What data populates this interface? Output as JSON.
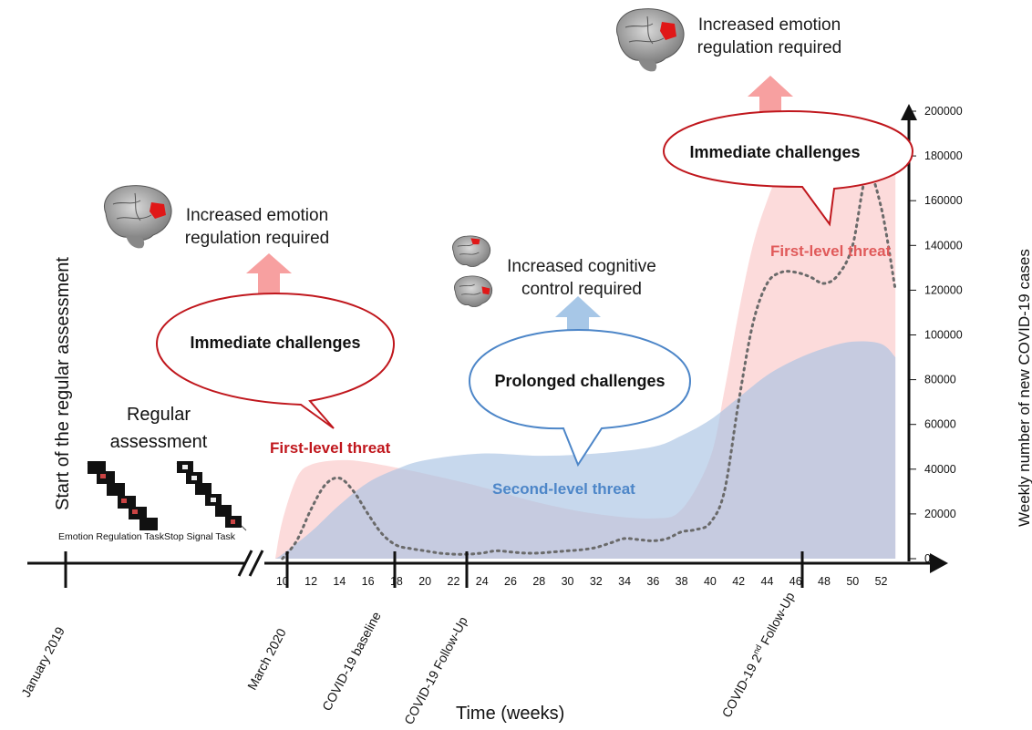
{
  "left_vertical_title": "Start of the regular assessment",
  "regular_assessment": {
    "title_line1": "Regular",
    "title_line2": "assessment",
    "task1": "Emotion Regulation Task",
    "task2": "Stop Signal Task"
  },
  "bubbles": {
    "first_immediate": "Immediate challenges",
    "prolonged": "Prolonged challenges",
    "second_immediate": "Immediate challenges"
  },
  "notes": {
    "emotion_1_line1": "Increased emotion",
    "emotion_1_line2": "regulation required",
    "cognitive_line1": "Increased cognitive",
    "cognitive_line2": "control required",
    "emotion_2_line1": "Increased emotion",
    "emotion_2_line2": "regulation required"
  },
  "threats": {
    "first_level_1": "First-level threat",
    "second_level": "Second-level threat",
    "first_level_2": "First-level threat"
  },
  "milestones": {
    "jan2019": "January 2019",
    "mar2020": "March 2020",
    "baseline": "COVID-19  baseline",
    "followup": "COVID-19 Follow-Up",
    "second_followup_pre": "COVID-19 2",
    "second_followup_sup": "nd",
    "second_followup_post": " Follow-Up"
  },
  "colors": {
    "red": "#c0171d",
    "blue": "#4d86c8",
    "pink_fill": "#fbd5d5",
    "blue_fill": "#a9c3e3",
    "arrow_pink": "#f7a0a0",
    "arrow_blue": "#a7c7e7"
  },
  "chart_data": {
    "type": "area",
    "xlabel": "Time (weeks)",
    "ylabel": "Weekly number of new COVID-19 cases",
    "x_ticks": [
      "10",
      "12",
      "14",
      "16",
      "18",
      "20",
      "22",
      "24",
      "26",
      "28",
      "30",
      "32",
      "34",
      "36",
      "38",
      "40",
      "42",
      "44",
      "46",
      "48",
      "50",
      "52"
    ],
    "y_ticks": [
      "0",
      "20000",
      "40000",
      "60000",
      "80000",
      "100000",
      "120000",
      "140000",
      "160000",
      "180000",
      "200000"
    ],
    "ylim": [
      0,
      200000
    ],
    "xlim": [
      9.5,
      53.5
    ],
    "series": [
      {
        "style": "dotted-line",
        "x": [
          10,
          11,
          12,
          13,
          14,
          15,
          16,
          17,
          18,
          19,
          20,
          21,
          22,
          23,
          24,
          25,
          26,
          27,
          28,
          29,
          30,
          31,
          32,
          33,
          34,
          35,
          36,
          37,
          38,
          39,
          40,
          41,
          42,
          43,
          44,
          45,
          46,
          47,
          48,
          49,
          50,
          51,
          52,
          53
        ],
        "values": [
          0,
          8000,
          22000,
          33000,
          36000,
          30000,
          20000,
          11000,
          6000,
          4500,
          3500,
          2500,
          2000,
          2000,
          2500,
          3500,
          3000,
          2500,
          2500,
          3000,
          3500,
          4000,
          5000,
          7000,
          9000,
          8500,
          8000,
          9000,
          12000,
          13000,
          16000,
          30000,
          70000,
          105000,
          123000,
          128000,
          128000,
          126000,
          123000,
          127000,
          140000,
          172000,
          157000,
          120000
        ]
      },
      {
        "style": "pink-area",
        "x": [
          9.5,
          10,
          11,
          12,
          14,
          16,
          20,
          24,
          28,
          32,
          36,
          38,
          40,
          41,
          42,
          43,
          44,
          45,
          46,
          48,
          50,
          52,
          53
        ],
        "values": [
          0,
          17000,
          36000,
          42000,
          44000,
          43000,
          38000,
          32000,
          25000,
          20000,
          18000,
          22000,
          45000,
          75000,
          110000,
          140000,
          160000,
          175000,
          183000,
          188000,
          189000,
          185000,
          178000
        ]
      },
      {
        "style": "blue-area",
        "x": [
          9.5,
          10,
          12,
          14,
          16,
          18,
          20,
          24,
          28,
          32,
          36,
          38,
          40,
          42,
          44,
          46,
          48,
          50,
          52,
          53
        ],
        "values": [
          0,
          2000,
          12000,
          24000,
          34000,
          40000,
          44000,
          47000,
          46000,
          47000,
          50000,
          55000,
          62000,
          72000,
          82000,
          89000,
          94000,
          97000,
          96000,
          90000
        ]
      }
    ]
  }
}
